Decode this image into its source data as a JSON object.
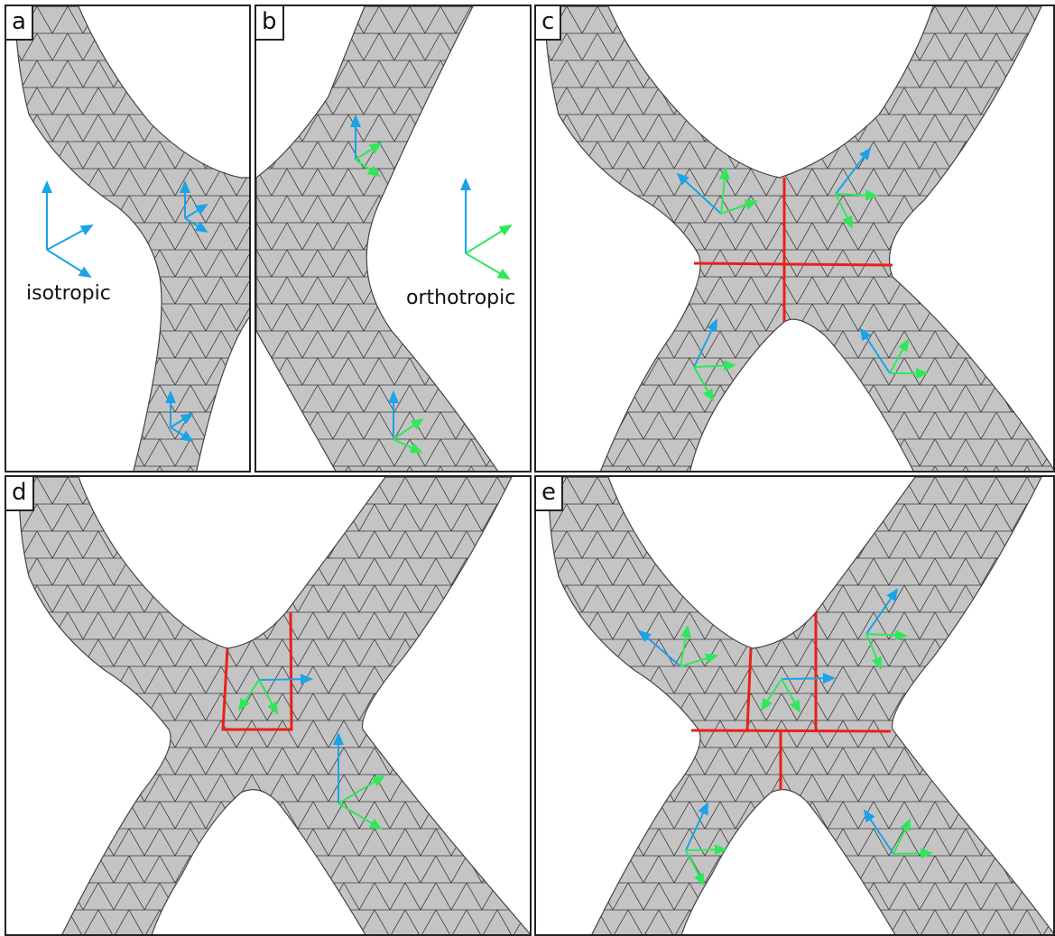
{
  "panels": {
    "a": {
      "label": "a",
      "caption": "isotropic"
    },
    "b": {
      "label": "b",
      "caption": "orthotropic"
    },
    "c": {
      "label": "c"
    },
    "d": {
      "label": "d"
    },
    "e": {
      "label": "e"
    }
  },
  "colors": {
    "mesh_fill": "#c4c4c4",
    "mesh_edge": "#3a3a3a",
    "cut_line": "#e8201a",
    "axis_blue": "#1aa3e8",
    "axis_green": "#2ee85a",
    "border": "#222222"
  }
}
